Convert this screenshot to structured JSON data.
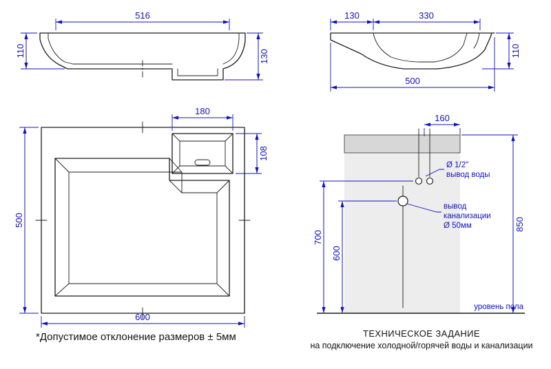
{
  "colors": {
    "dimension_blue": "#1111c2",
    "drawing_black": "#1a1a1a",
    "wall_gray": "#ededed",
    "sink_gray": "#d7d7d7",
    "background": "#ffffff"
  },
  "front_view": {
    "dim_top_width": "516",
    "dim_left_height": "110",
    "dim_right_height": "130"
  },
  "side_view": {
    "dim_deck": "130",
    "dim_bowl": "330",
    "dim_right_height": "110",
    "dim_total_width": "500"
  },
  "plan_view": {
    "dim_faucet_width": "180",
    "dim_faucet_depth": "108",
    "dim_depth": "500",
    "dim_width": "600"
  },
  "installation": {
    "dim_outlet_offset": "160",
    "dim_water_height": "700",
    "dim_drain_height": "600",
    "dim_overall_height": "850",
    "water_outlet_label_line1": "Ø 1/2\"",
    "water_outlet_label_line2": "вывод воды",
    "drain_label_line1": "вывод",
    "drain_label_line2": "канализации",
    "drain_label_line3": "Ø 50мм",
    "floor_level_label": "уровень пола"
  },
  "notes": {
    "tolerance_note": "*Допустимое отклонение размеров ± 5мм"
  },
  "title_block": {
    "line1": "ТЕХНИЧЕСКОЕ ЗАДАНИЕ",
    "line2": "на подключение холодной/горячей воды и канализации"
  }
}
